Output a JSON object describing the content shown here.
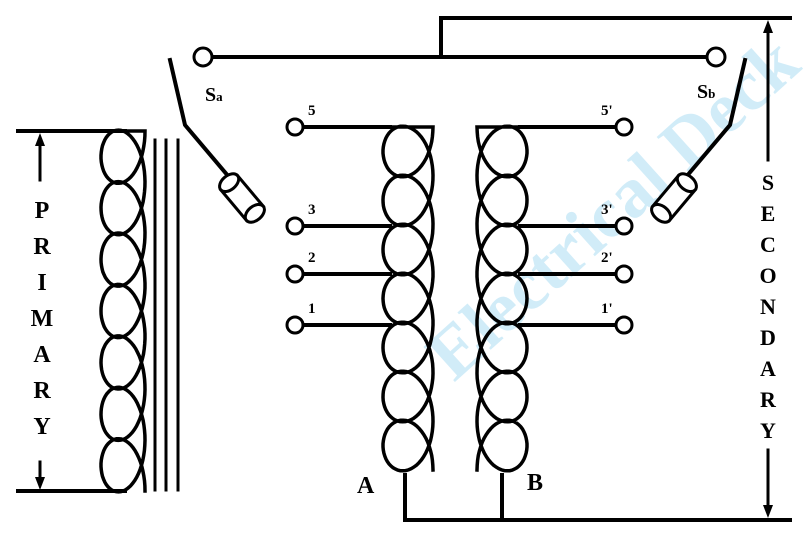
{
  "watermark": "Electrical Deck",
  "labels": {
    "switch_a": "S",
    "switch_a_sub": "a",
    "switch_b": "S",
    "switch_b_sub": "b",
    "coil_a": "A",
    "coil_b": "B",
    "primary": [
      "P",
      "R",
      "I",
      "M",
      "A",
      "R",
      "Y"
    ],
    "secondary": [
      "S",
      "E",
      "C",
      "O",
      "N",
      "D",
      "A",
      "R",
      "Y"
    ],
    "taps_a": [
      "5",
      "3",
      "2",
      "1"
    ],
    "taps_b": [
      "5'",
      "3'",
      "2'",
      "1'"
    ]
  }
}
